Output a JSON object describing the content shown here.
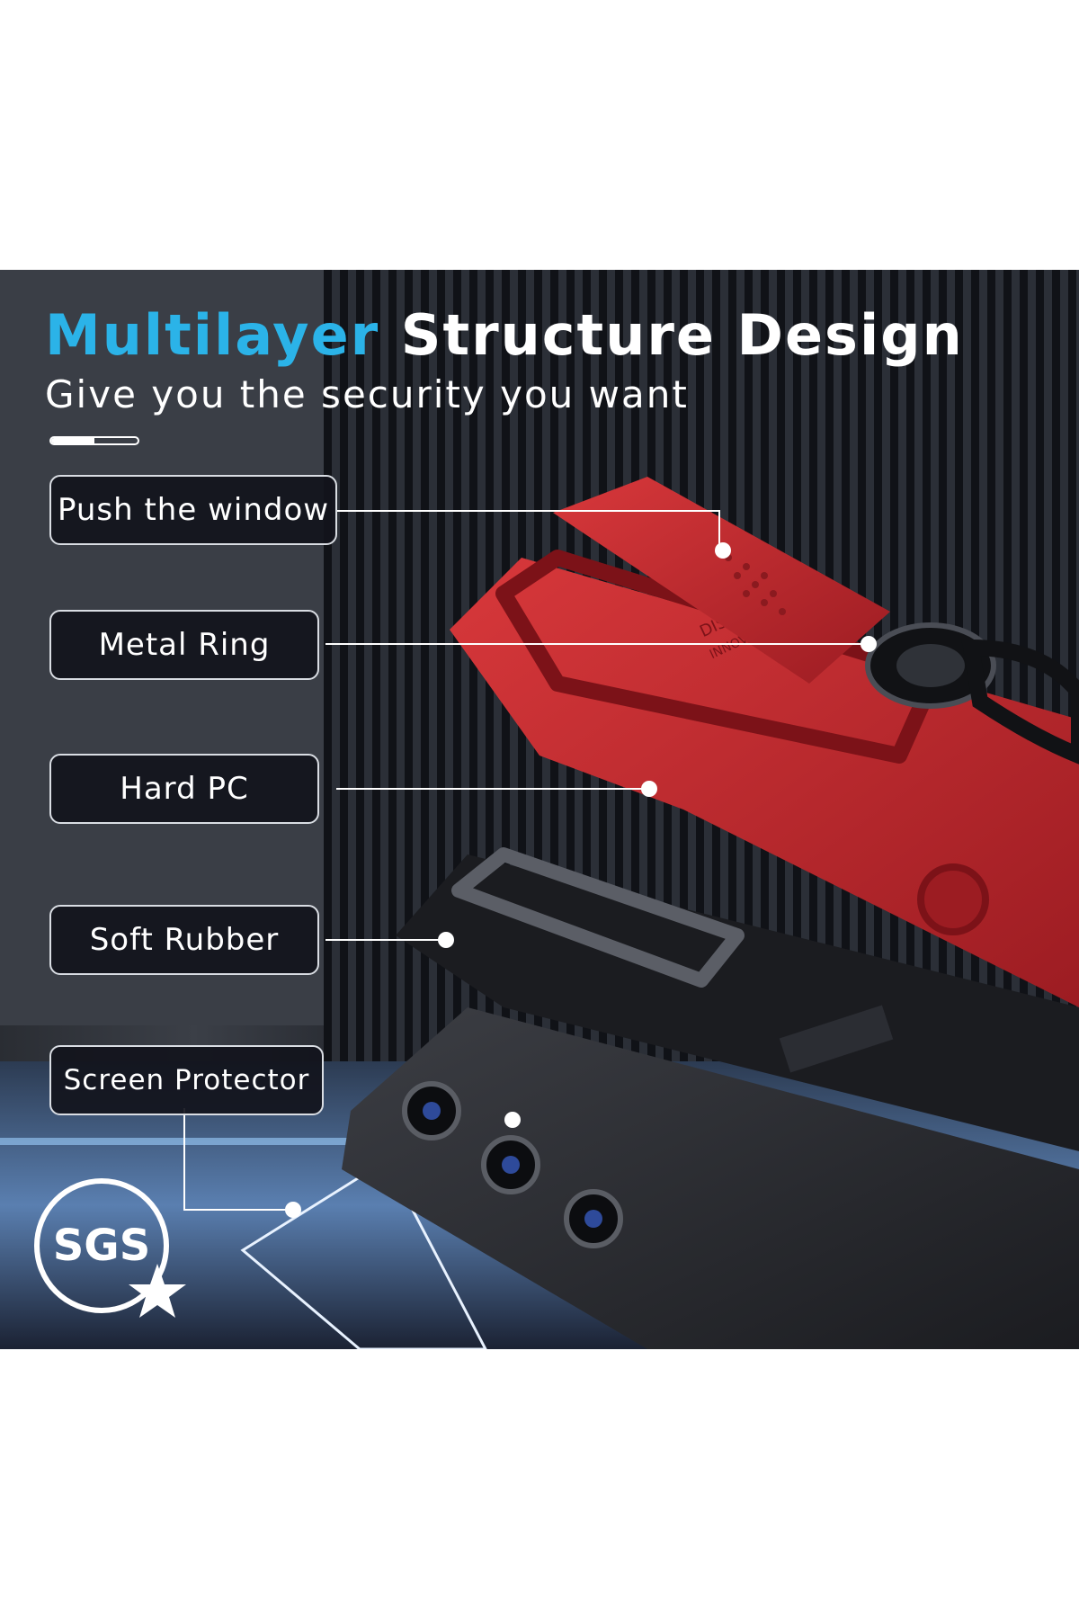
{
  "headline": {
    "accent": "Multilayer",
    "rest": "Structure Design"
  },
  "subtitle": "Give you the security you want",
  "progress_fraction": 0.5,
  "layers": [
    {
      "label": "Push the window"
    },
    {
      "label": "Metal Ring"
    },
    {
      "label": "Hard PC"
    },
    {
      "label": "Soft Rubber"
    },
    {
      "label": "Screen Protector"
    }
  ],
  "badge": {
    "text": "SGS"
  },
  "embossed_text": [
    "DISCOVER",
    "INNOVATION"
  ],
  "colors": {
    "accent": "#2bb3e8",
    "case_red": "#c3262c",
    "label_bg": "#12141c",
    "background": "#ffffff"
  }
}
